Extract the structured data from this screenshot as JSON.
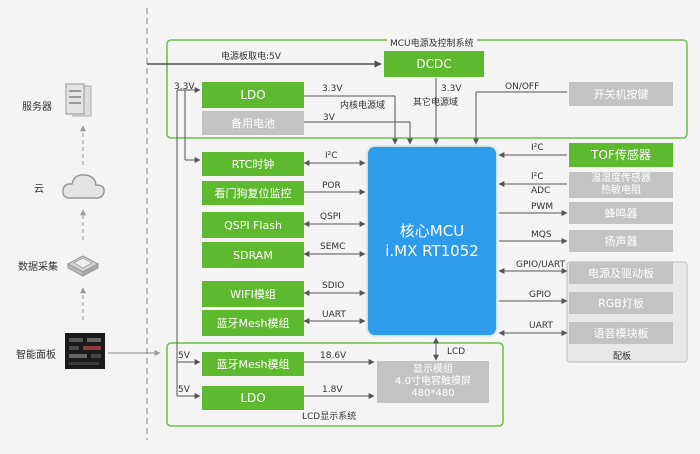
{
  "left": {
    "server": "服务器",
    "cloud": "云",
    "data_collect": "数据采集",
    "smart_panel": "智能面板"
  },
  "sections": {
    "mcu_power": "MCU电源及控制系统",
    "lcd_system": "LCD显示系统",
    "board": "配板"
  },
  "blocks": {
    "dcdc": "DCDC",
    "ldo": "LDO",
    "backup_battery": "备用电池",
    "power_button": "开关机按键",
    "rtc": "RTC时钟",
    "watchdog": "看门狗复位监控",
    "qspi_flash": "QSPI Flash",
    "sdram": "SDRAM",
    "wifi": "WIFI模组",
    "bt_mesh": "蓝牙Mesh模组",
    "mcu_line1": "核心MCU",
    "mcu_line2": "i.MX RT1052",
    "tof": "TOF传感器",
    "temp_hum_1": "温湿度传感器",
    "temp_hum_2": "热敏电阻",
    "buzzer": "蜂鸣器",
    "speaker": "扬声器",
    "power_drive_board": "电源及驱动板",
    "rgb_board": "RGB灯板",
    "voice_board": "语音模块板",
    "lcd_bt_mesh": "蓝牙Mesh模组",
    "lcd_ldo": "LDO",
    "display_1": "显示模组",
    "display_2": "4.0寸电容触摸屏",
    "display_3": "480*480"
  },
  "labels": {
    "power_board_5v": "电源板取电:5V",
    "v33_a": "3.3V",
    "v33_b": "3.3V",
    "v33_c": "3.3V",
    "core_domain": "内核电源域",
    "v3": "3V",
    "other_domain": "其它电源域",
    "onoff": "ON/OFF",
    "i2c_1": "I²C",
    "por": "POR",
    "qspi": "QSPI",
    "semc": "SEMC",
    "sdio": "SDIO",
    "uart_1": "UART",
    "i2c_2": "I²C",
    "i2c_3": "I²C",
    "adc": "ADC",
    "pwm": "PWM",
    "mqs": "MQS",
    "gpio_uart": "GPIO/UART",
    "gpio": "GPIO",
    "uart_2": "UART",
    "lcd": "LCD",
    "v5_a": "5V",
    "v5_b": "5V",
    "v186": "18.6V",
    "v18": "1.8V"
  },
  "colors": {
    "green": "#5fb92f",
    "gray": "#c3c3c3",
    "blue": "#2d9bea",
    "frame": "#6cc04a",
    "line": "#555555"
  }
}
